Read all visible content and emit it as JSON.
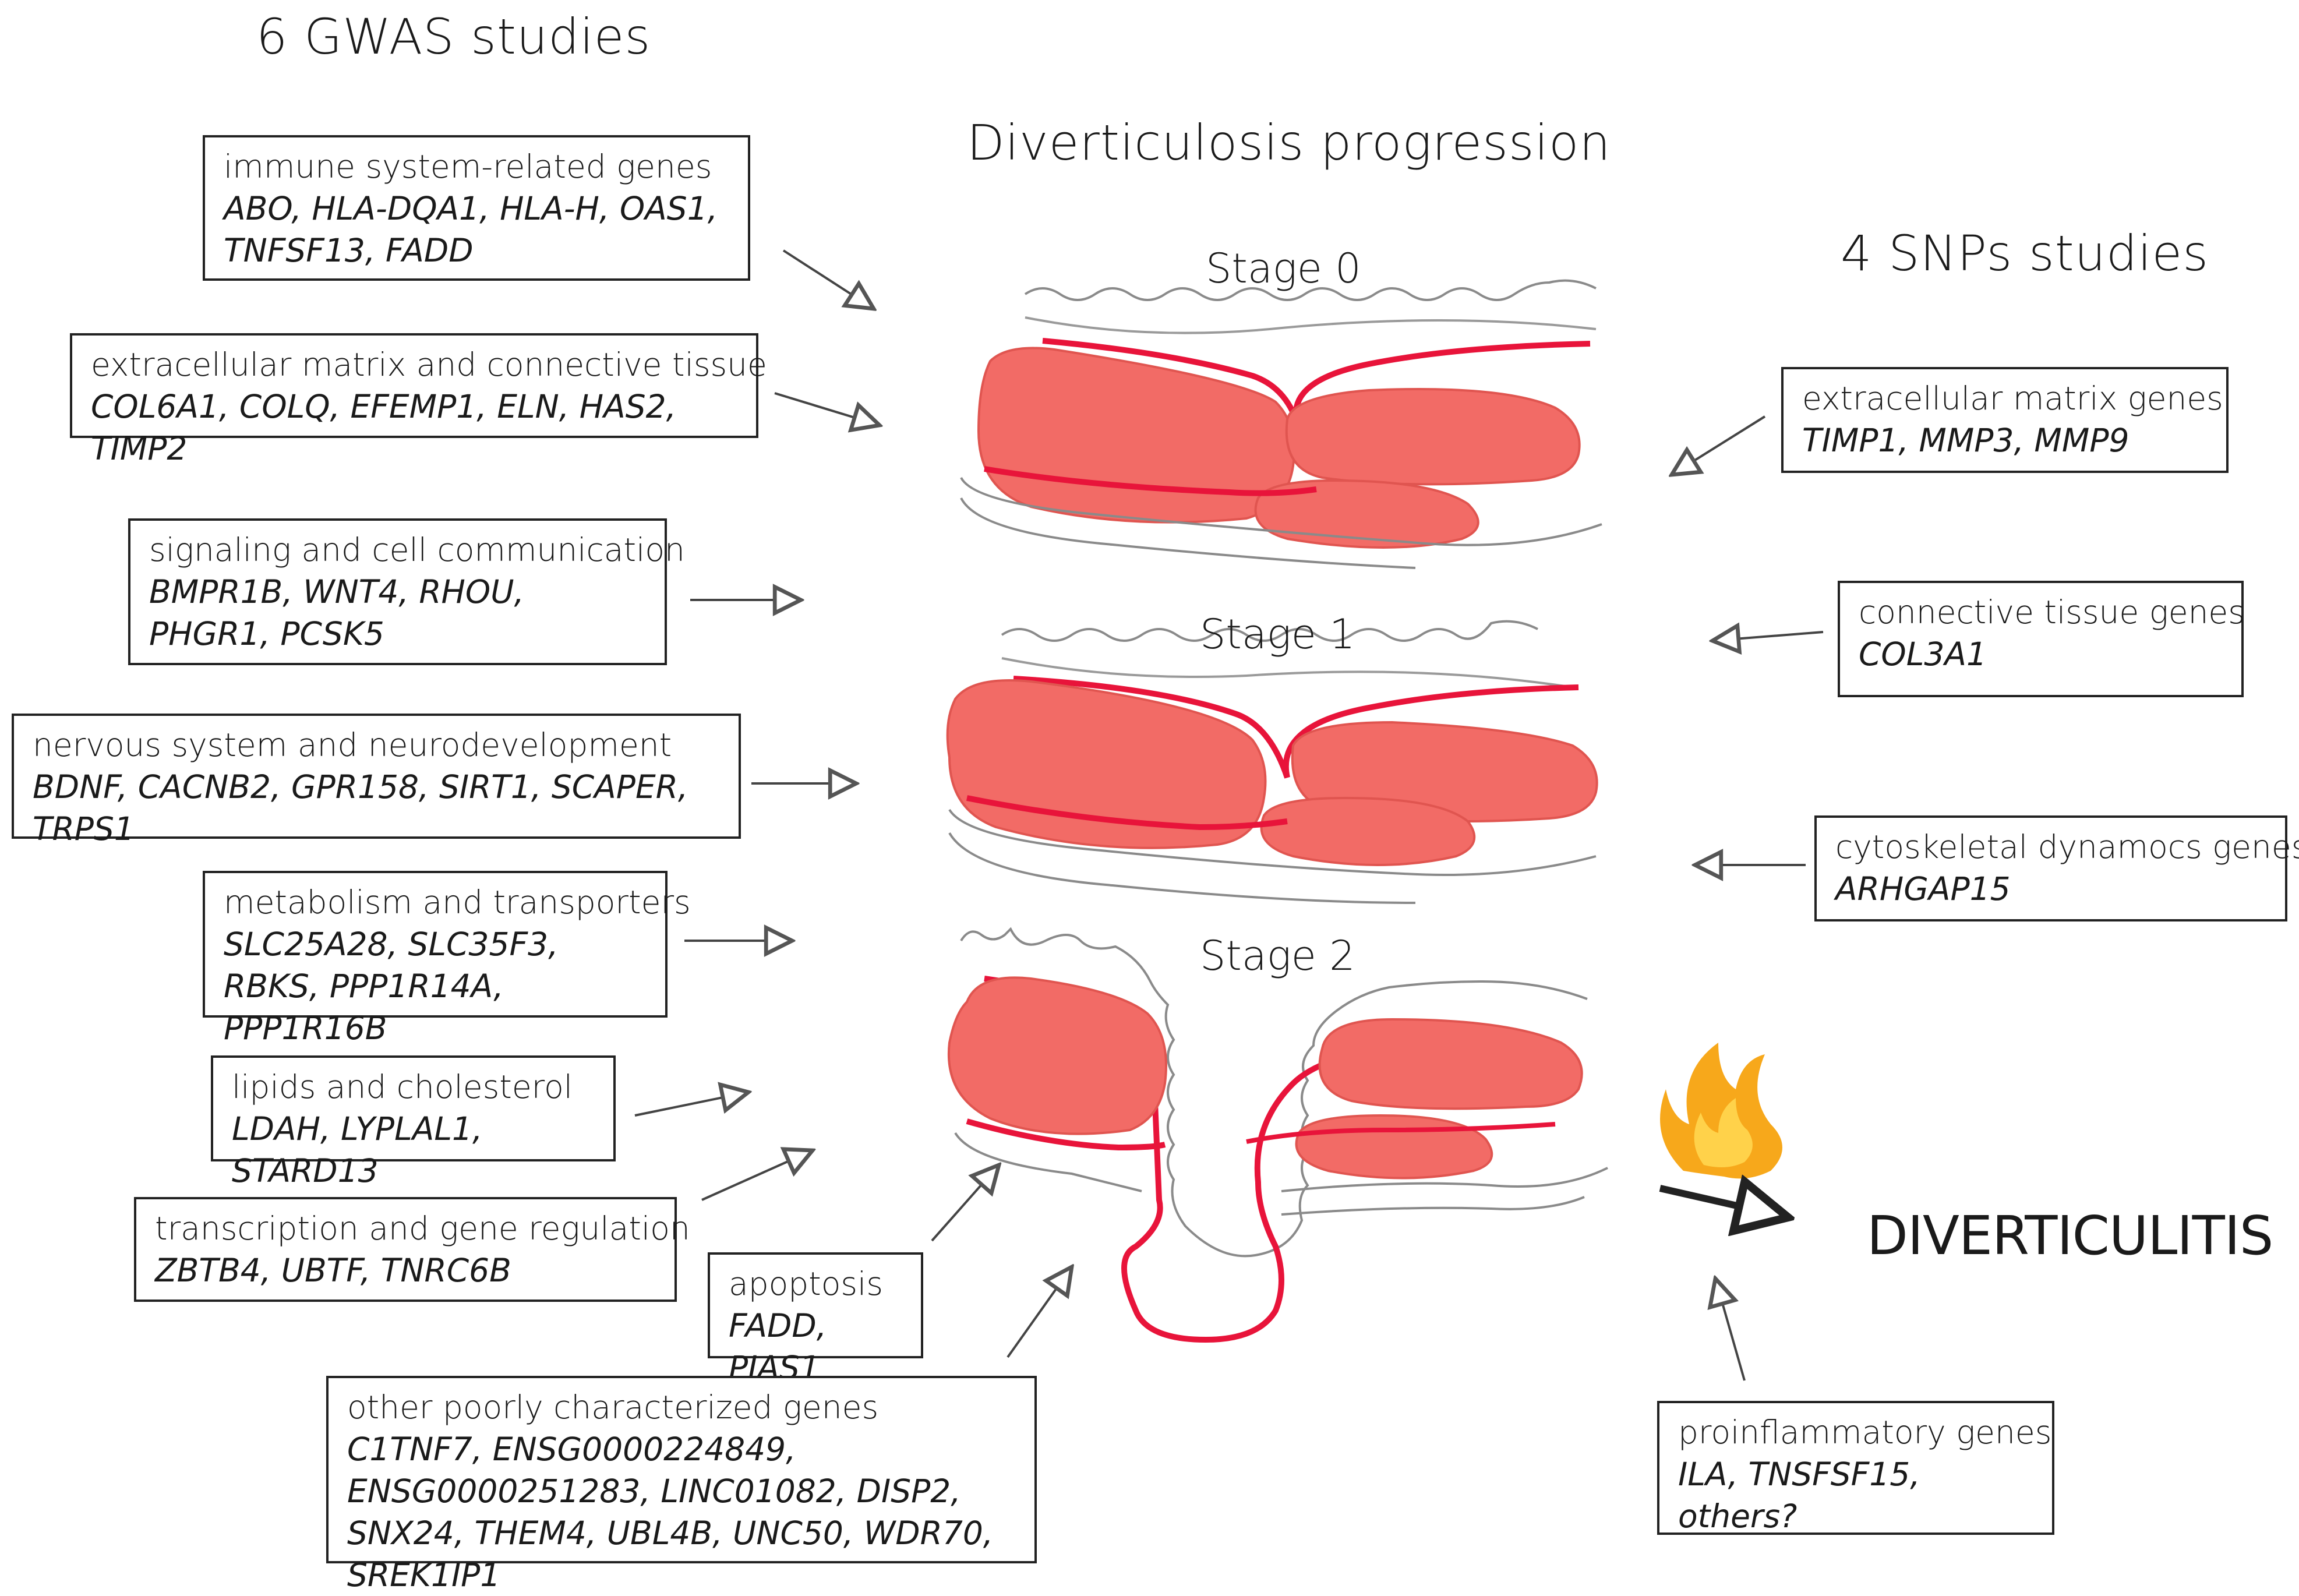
{
  "headings": {
    "gwas": "6 GWAS studies",
    "progression": "Diverticulosis progression",
    "snps": "4 SNPs studies"
  },
  "stages": [
    "Stage 0",
    "Stage 1",
    "Stage 2"
  ],
  "gwas_groups": [
    {
      "title": "immune system-related genes",
      "genes": "ABO, HLA-DQA1, HLA-H, OAS1, TNFSF13, FADD"
    },
    {
      "title": "extracellular matrix and connective tissue",
      "genes": "COL6A1, COLQ, EFEMP1, ELN, HAS2, TIMP2"
    },
    {
      "title": "signaling and cell communication",
      "genes": "BMPR1B, WNT4, RHOU, PHGR1, PCSK5"
    },
    {
      "title": "nervous system and neurodevelopment",
      "genes": "BDNF, CACNB2, GPR158, SIRT1, SCAPER, TRPS1"
    },
    {
      "title": "metabolism and transporters",
      "genes": "SLC25A28, SLC35F3, RBKS, PPP1R14A, PPP1R16B"
    },
    {
      "title": "lipids and cholesterol",
      "genes": "LDAH, LYPLAL1, STARD13"
    },
    {
      "title": "transcription and gene regulation",
      "genes": "ZBTB4, UBTF, TNRC6B"
    },
    {
      "title": "apoptosis",
      "genes": "FADD, PIAS1"
    },
    {
      "title": "other poorly characterized genes",
      "genes": "C1TNF7, ENSG0000224849, ENSG0000251283, LINC01082, DISP2, SNX24, THEM4, UBL4B, UNC50, WDR70, SREK1IP1"
    }
  ],
  "snp_groups": [
    {
      "title": "extracellular matrix genes",
      "genes": "TIMP1, MMP3, MMP9"
    },
    {
      "title": "connective tissue genes",
      "genes": "COL3A1"
    },
    {
      "title": "cytoskeletal dynamocs genes",
      "genes": "ARHGAP15"
    }
  ],
  "proinflammatory": {
    "title": "proinflammatory genes",
    "genes": "ILA, TNSFSF15, others?"
  },
  "outcome": "DIVERTICULITIS",
  "colors": {
    "muscle": "#f26b66",
    "muscle_dark": "#e05550",
    "vessel": "#e8143a",
    "outline": "#8a8a8a",
    "box_border": "#222222",
    "flame_outer": "#f7a81b",
    "flame_inner": "#ffd24a"
  },
  "icons": [
    "flame-icon",
    "arrow-icon"
  ]
}
